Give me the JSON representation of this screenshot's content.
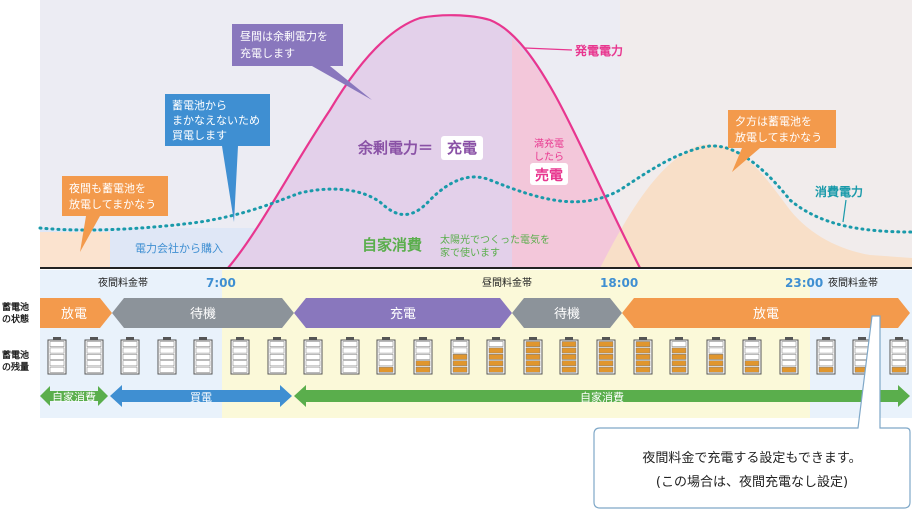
{
  "callouts": {
    "midday_surplus": [
      "昼間は余剰電力を",
      "充電します"
    ],
    "morning_buy": [
      "蓄電池から",
      "まかなえないため",
      "買電します"
    ],
    "night_discharge": [
      "夜間も蓄電池を",
      "放電してまかなう"
    ],
    "evening_discharge": [
      "夕方は蓄電池を",
      "放電してまかなう"
    ]
  },
  "curves": {
    "generation_label": "発電電力",
    "consumption_label": "消費電力"
  },
  "areas": {
    "surplus_text": "余剰電力＝",
    "surplus_badge": "充電",
    "full_charge": [
      "満充電",
      "したら"
    ],
    "full_charge_badge": "売電",
    "self_consumption": "自家消費",
    "solar_note": [
      "太陽光でつくった電気を",
      "家で使います"
    ],
    "grid_purchase": "電力会社から購入"
  },
  "timeline": {
    "night_rate_left": "夜間料金帯",
    "t7": "7:00",
    "day_rate": "昼間料金帯",
    "t18": "18:00",
    "t23": "23:00",
    "night_rate_right": "夜間料金帯"
  },
  "row_labels": {
    "state": [
      "蓄電池",
      "の状態"
    ],
    "level": [
      "蓄電池",
      "の残量"
    ]
  },
  "states": {
    "discharge_1": "放電",
    "standby_1": "待機",
    "charge": "充電",
    "standby_2": "待機",
    "discharge_2": "放電"
  },
  "battery_levels": [
    0,
    0,
    0,
    0,
    0,
    0,
    0,
    0,
    0,
    1,
    2,
    3,
    4,
    5,
    5,
    5,
    5,
    4,
    3,
    2,
    1,
    1,
    1,
    1
  ],
  "bottom": {
    "self_1": "自家消費",
    "buy": "買電",
    "self_2": "自家消費"
  },
  "note": [
    "夜間料金で充電する設定もできます。",
    "(この場合は、夜間充電なし設定)"
  ],
  "colors": {
    "generation": "#e8368f",
    "consumption": "#1a9aaa",
    "discharge": "#f39a4c",
    "standby": "#8c939a",
    "charge": "#8977bd",
    "self_consumption": "#5aae4c",
    "buy": "#3f8fd2",
    "callout_orange": "#f39a4c",
    "callout_blue": "#3f8fd2",
    "callout_purple": "#8977bd"
  }
}
